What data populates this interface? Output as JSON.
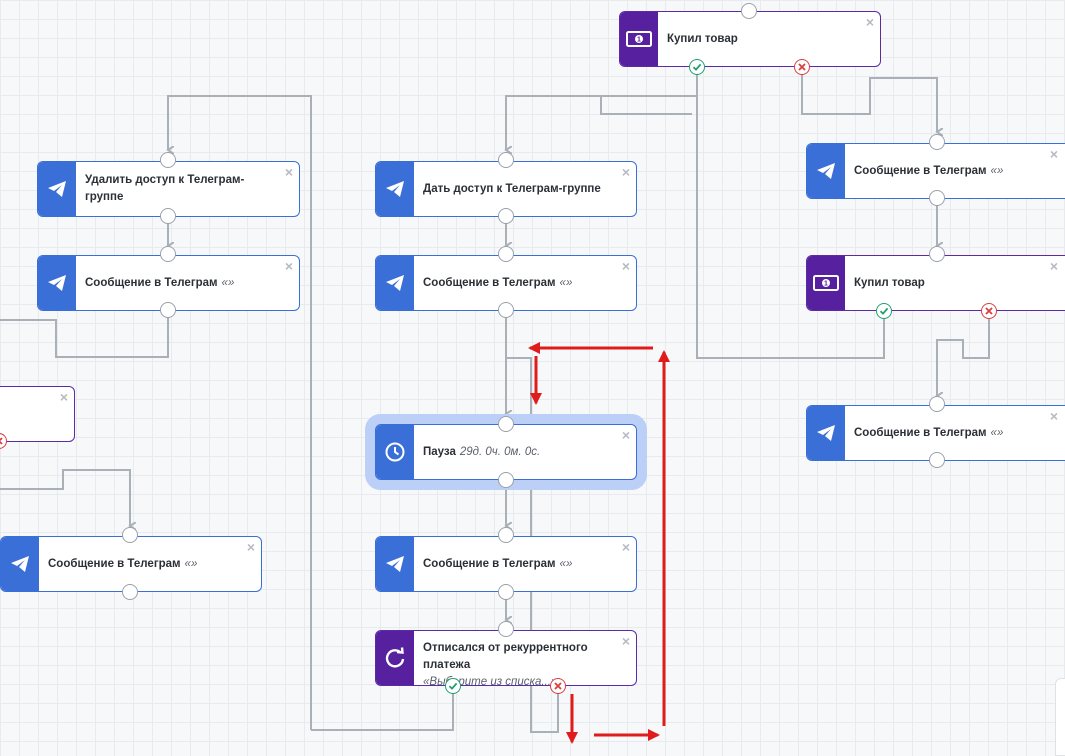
{
  "colors": {
    "blue_node": "#3a6fd8",
    "purple_node": "#56209e",
    "wire": "#a9b0b8",
    "success": "#21a06d",
    "fail": "#d9403f",
    "annotation_arrow": "#e01b1b",
    "selection_glow": "#bcd0f7"
  },
  "nodes": {
    "n_bought_top": {
      "icon": "money-icon",
      "title": "Купил товар",
      "sub": ""
    },
    "n_remove_access": {
      "icon": "telegram-icon",
      "title": "Удалить доступ к Телеграм-группе",
      "sub": ""
    },
    "n_msg_left": {
      "icon": "telegram-icon",
      "title": "Сообщение в Телеграм",
      "sub": "«»"
    },
    "n_give_access": {
      "icon": "telegram-icon",
      "title": "Дать доступ к Телеграм-группе",
      "sub": ""
    },
    "n_msg_mid": {
      "icon": "telegram-icon",
      "title": "Сообщение в Телеграм",
      "sub": "«»"
    },
    "n_msg_right1": {
      "icon": "telegram-icon",
      "title": "Сообщение в Телеграм",
      "sub": "«»"
    },
    "n_bought_right": {
      "icon": "money-icon",
      "title": "Купил товар",
      "sub": ""
    },
    "n_msg_right2": {
      "icon": "telegram-icon",
      "title": "Сообщение в Телеграм",
      "sub": "«»"
    },
    "n_pause": {
      "icon": "clock-icon",
      "title": "Пауза",
      "sub": "29д. 0ч. 0м. 0с."
    },
    "n_msg_bottom_left": {
      "icon": "telegram-icon",
      "title": "Сообщение в Телеграм",
      "sub": "«»"
    },
    "n_msg_mid2": {
      "icon": "telegram-icon",
      "title": "Сообщение в Телеграм",
      "sub": "«»"
    },
    "n_unsub": {
      "icon": "refresh-icon",
      "title": "Отписался от рекуррентного платежа",
      "sub": "«Выберите из списка...»"
    }
  },
  "close_label": "×"
}
